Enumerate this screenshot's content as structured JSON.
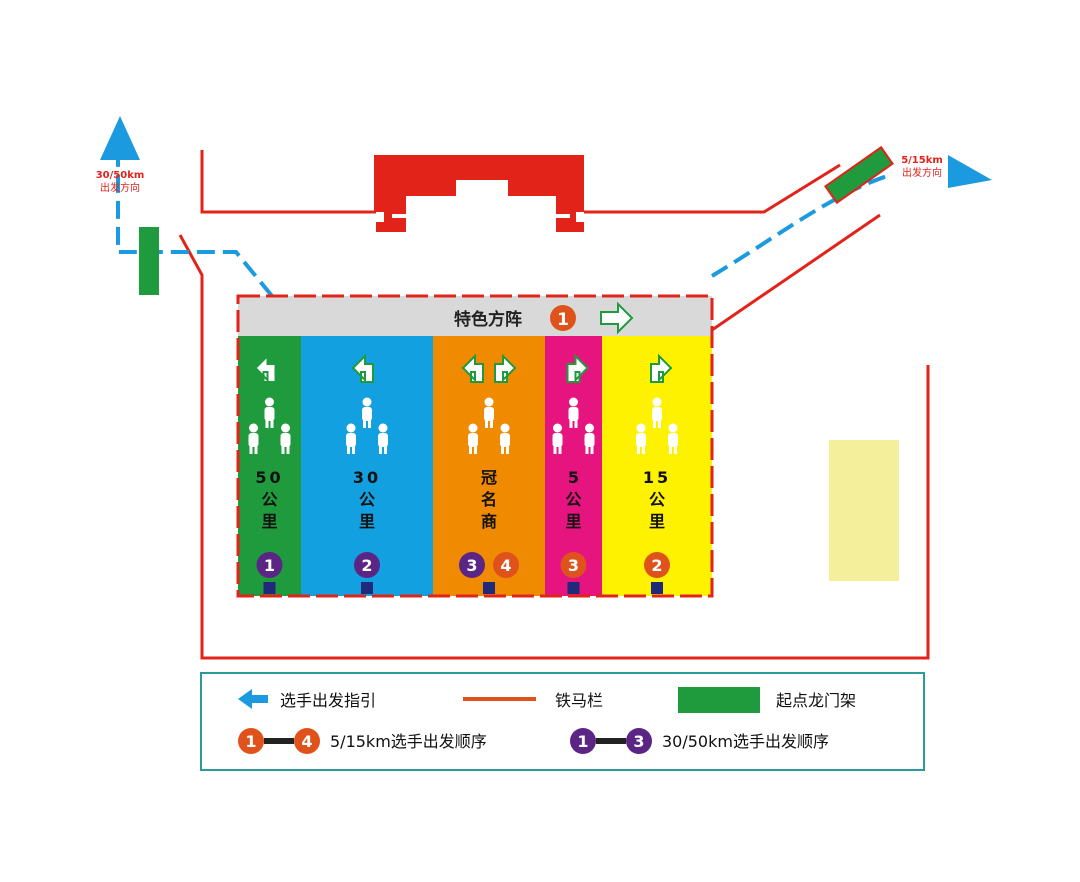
{
  "directions": {
    "far": {
      "line1": "30/50km",
      "line2": "出发方向"
    },
    "near": {
      "line1": "5/15km",
      "line2": "出发方向"
    }
  },
  "feature_band": {
    "label": "特色方阵",
    "order": "1"
  },
  "zones": [
    {
      "id": "50",
      "lines": [
        "50",
        "公",
        "里"
      ],
      "order": "1",
      "color": "#1f9a3c",
      "order_color": "#5b2586"
    },
    {
      "id": "30",
      "lines": [
        "30",
        "公",
        "里"
      ],
      "order": "2",
      "color": "#13a0e0",
      "order_color": "#5b2586"
    },
    {
      "id": "sponsor",
      "lines": [
        "冠",
        "名",
        "商"
      ],
      "order": "3",
      "order2": "4",
      "color": "#f08a00",
      "order_color": "#5b2586",
      "order2_color": "#e0521b"
    },
    {
      "id": "5",
      "lines": [
        "5",
        "公",
        "里"
      ],
      "order": "3",
      "color": "#e6147f",
      "order_color": "#e0521b"
    },
    {
      "id": "15",
      "lines": [
        "15",
        "公",
        "里"
      ],
      "order": "2",
      "color": "#fff200",
      "order_color": "#e0521b"
    }
  ],
  "legend": {
    "guide": "选手出发指引",
    "fence": "铁马栏",
    "gate": "起点龙门架",
    "short_from": "1",
    "short_to": "4",
    "short_text": "5/15km选手出发顺序",
    "long_from": "1",
    "long_to": "3",
    "long_text": "30/50km选手出发顺序"
  },
  "colors": {
    "fence": "#e2231a",
    "route": "#1c9ae0",
    "gate": "#1f9a3c",
    "band": "#d9d9d9",
    "short_order": "#e0521b",
    "long_order": "#5b2586",
    "side_area": "#f3ef9a",
    "legend_border": "#2b9a9a"
  }
}
